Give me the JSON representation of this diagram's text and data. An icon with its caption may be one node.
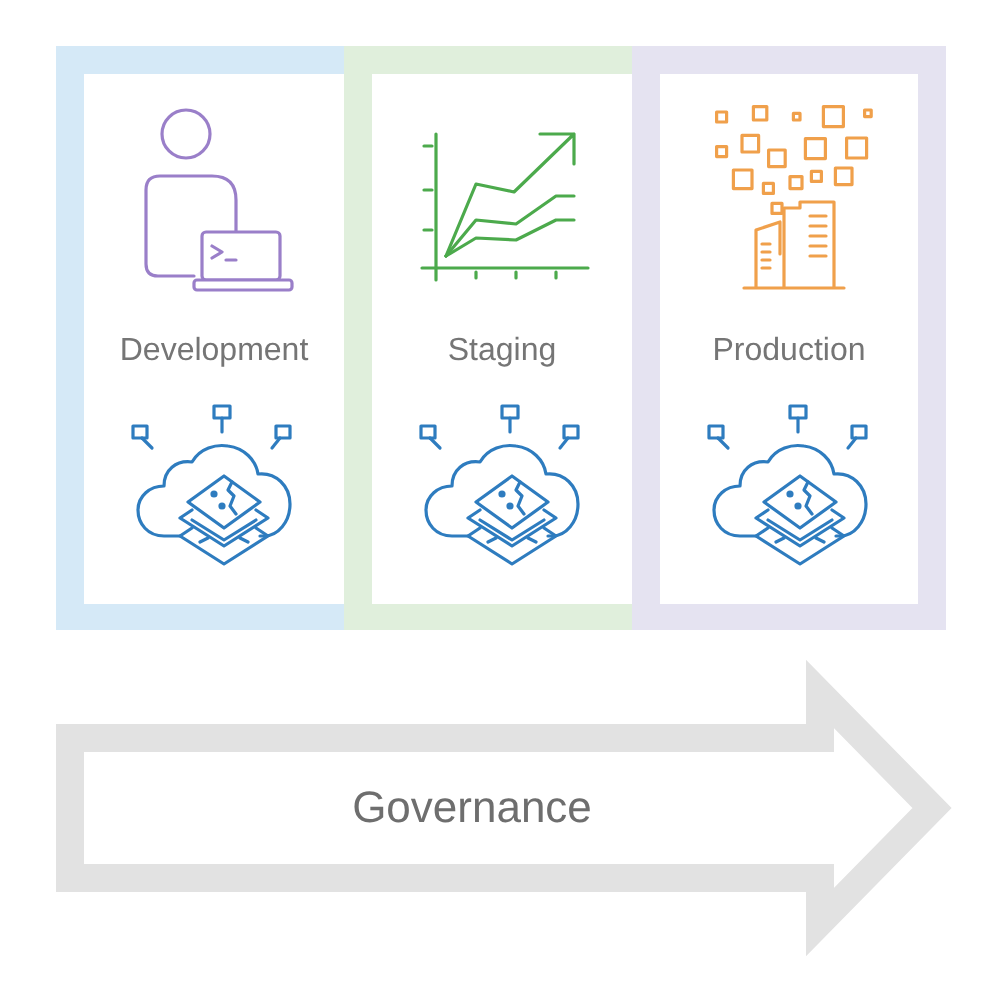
{
  "diagram": {
    "nodes": [
      {
        "text": [
          "Development"
        ]
      },
      {
        "text": [
          "Staging"
        ]
      },
      {
        "text": [
          "Production"
        ]
      },
      {
        "text": [
          "Governance"
        ]
      }
    ]
  }
}
